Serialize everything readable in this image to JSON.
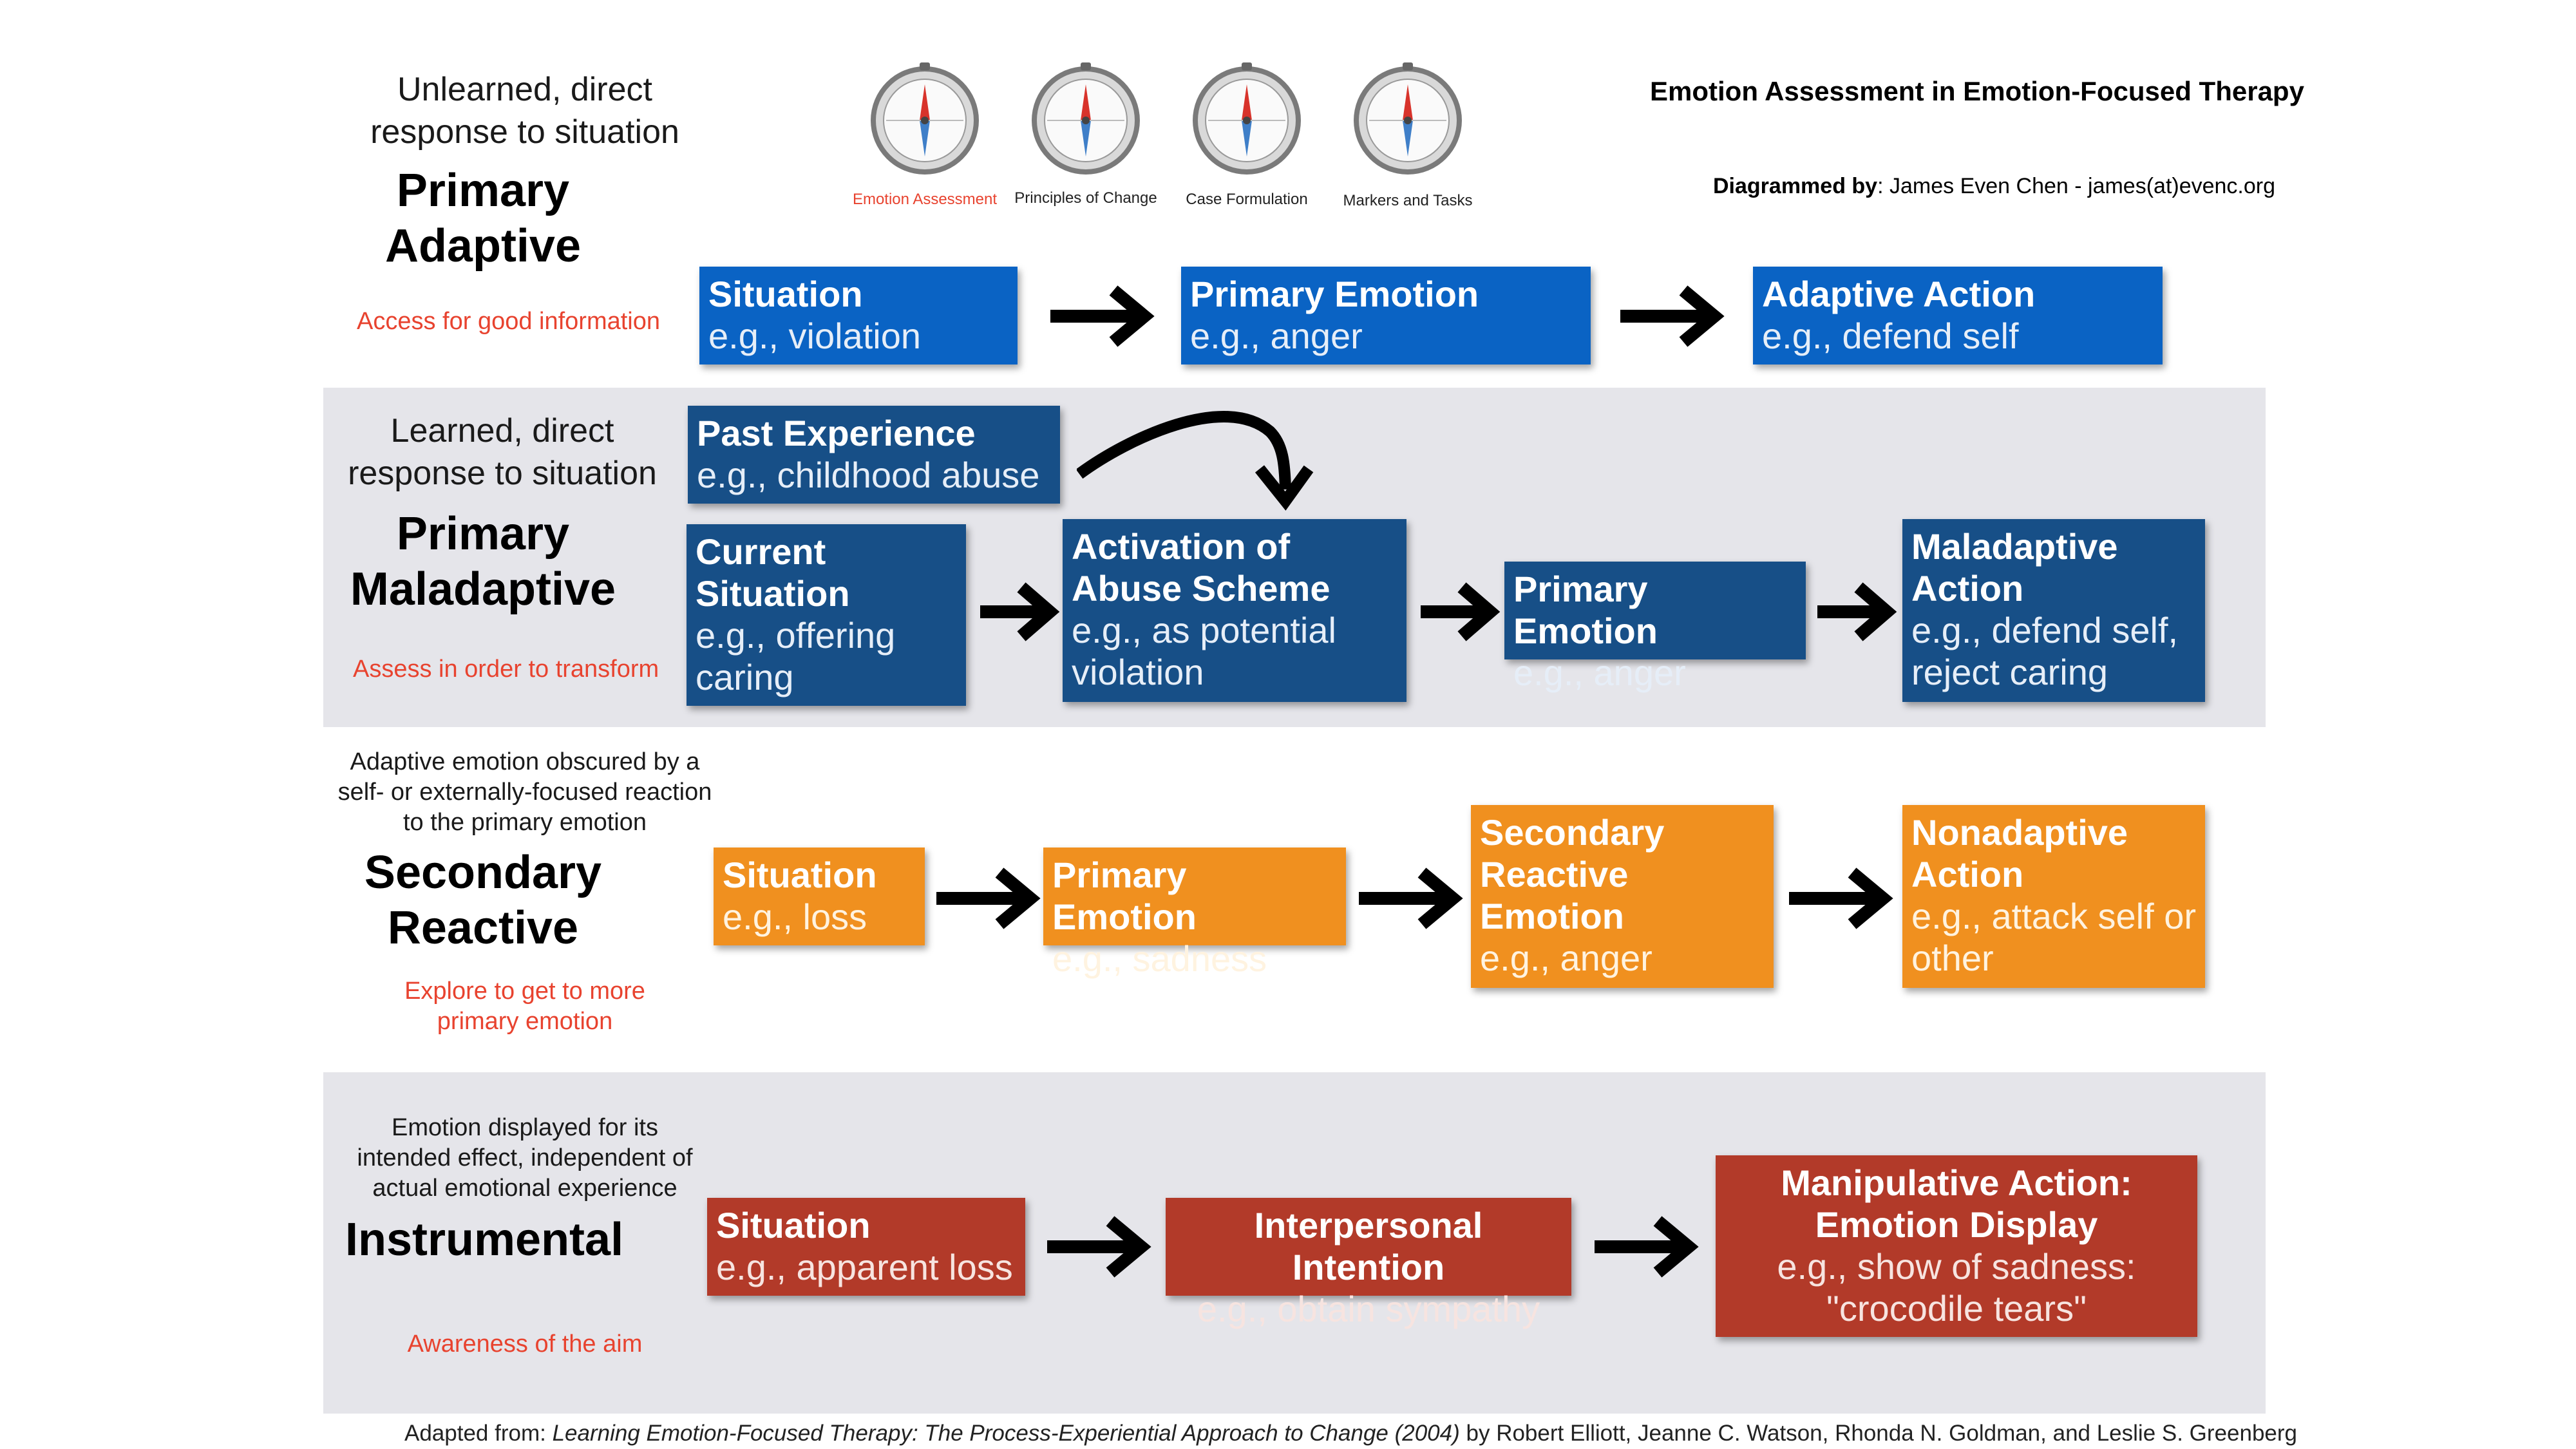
{
  "header": {
    "title": "Emotion Assessment in Emotion-Focused Therapy",
    "credit_label": "Diagrammed by",
    "credit_value": ": James Even Chen - james(at)evenc.org"
  },
  "compasses": [
    {
      "label": "Emotion Assessment",
      "active": true,
      "icon": "compass-icon"
    },
    {
      "label": "Principles of Change",
      "active": false,
      "icon": "compass-icon"
    },
    {
      "label": "Case Formulation",
      "active": false,
      "icon": "compass-icon"
    },
    {
      "label": "Markers and Tasks",
      "active": false,
      "icon": "compass-icon"
    }
  ],
  "rows": {
    "primary_adaptive": {
      "description": "Unlearned, direct response to situation",
      "title": "Primary Adaptive",
      "note": "Access for good information",
      "boxes": [
        {
          "title": "Situation",
          "example": "e.g., violation"
        },
        {
          "title": "Primary Emotion",
          "example": "e.g., anger"
        },
        {
          "title": "Adaptive Action",
          "example": "e.g., defend self"
        }
      ]
    },
    "primary_maladaptive": {
      "description": "Learned, direct response to situation",
      "title": "Primary Maladaptive",
      "note": "Assess in order to transform",
      "past": {
        "title": "Past Experience",
        "example": "e.g., childhood abuse"
      },
      "boxes": [
        {
          "title": "Current Situation",
          "example": "e.g., offering caring"
        },
        {
          "title": "Activation of Abuse Scheme",
          "example": "e.g., as potential violation"
        },
        {
          "title": "Primary Emotion",
          "example": "e.g., anger"
        },
        {
          "title": "Maladaptive Action",
          "example": "e.g., defend self, reject caring"
        }
      ]
    },
    "secondary_reactive": {
      "description": "Adaptive emotion obscured by a self- or externally-focused reaction to the primary emotion",
      "title": "Secondary Reactive",
      "note": "Explore to get to more primary emotion",
      "boxes": [
        {
          "title": "Situation",
          "example": "e.g., loss"
        },
        {
          "title": "Primary Emotion",
          "example": "e.g., sadness"
        },
        {
          "title": "Secondary Reactive Emotion",
          "example": "e.g., anger"
        },
        {
          "title": "Nonadaptive Action",
          "example": "e.g., attack self or other"
        }
      ]
    },
    "instrumental": {
      "description": "Emotion displayed for its intended effect, independent of actual emotional experience",
      "title": "Instrumental",
      "note": "Awareness of the aim",
      "boxes": [
        {
          "title": "Situation",
          "example": "e.g., apparent loss"
        },
        {
          "title": "Interpersonal Intention",
          "example": "e.g., obtain sympathy"
        },
        {
          "title": "Manipulative Action: Emotion Display",
          "example": "e.g., show of sadness: \"crocodile tears\""
        }
      ]
    }
  },
  "footer": {
    "prefix": "Adapted from: ",
    "book": "Learning Emotion-Focused Therapy: The Process-Experiential Approach to Change (2004)",
    "suffix": " by Robert Elliott, Jeanne C. Watson, Rhonda N. Goldman, and Leslie S. Greenberg"
  },
  "colors": {
    "primary_adaptive": "#0a63c4",
    "primary_maladaptive": "#174f87",
    "secondary_reactive": "#f0901f",
    "instrumental": "#b23a29",
    "note_red": "#e8432f",
    "band_gray": "#e5e5ea"
  }
}
